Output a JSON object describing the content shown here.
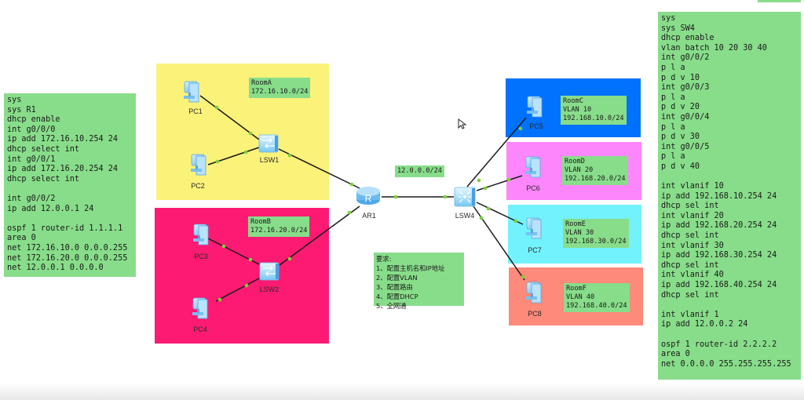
{
  "r1_config": {
    "lines": [
      "sys",
      "sys R1",
      "dhcp enable",
      "int g0/0/0",
      "ip add 172.16.10.254 24",
      "dhcp select int",
      "int g0/0/1",
      "ip add 172.16.20.254 24",
      "dhcp select int",
      "",
      "int g0/0/2",
      "ip add 12.0.0.1 24",
      "",
      "ospf 1 router-id 1.1.1.1",
      "area 0",
      "net 172.16.10.0 0.0.0.255",
      "net 172.16.20.0 0.0.0.255",
      "net 12.0.0.1 0.0.0.0"
    ]
  },
  "sw4_config": {
    "lines": [
      "sys",
      "sys SW4",
      "dhcp enable",
      "vlan batch 10 20 30 40",
      "int g0/0/2",
      "p l a",
      "p d v 10",
      "int g0/0/3",
      "p l a",
      "p d v 20",
      "int g0/0/4",
      "p l a",
      "p d v 30",
      "int g0/0/5",
      "p l a",
      "p d v 40",
      "",
      "int vlanif 10",
      "ip add 192.168.10.254 24",
      "dhcp sel int",
      "int vlanif 20",
      "ip add 192.168.20.254 24",
      "dhcp sel int",
      "int vlanif 30",
      "ip add 192.168.30.254 24",
      "dhcp sel int",
      "int vlanif 40",
      "ip add 192.168.40.254 24",
      "dhcp sel int",
      "",
      "int vlanif 1",
      "ip add 12.0.0.2 24",
      "",
      "ospf 1 router-id 2.2.2.2",
      "area 0",
      "net 0.0.0.0 255.255.255.255"
    ]
  },
  "rooms": {
    "roomA": {
      "label": "RoomA\n172.16.10.0/24",
      "color": "#fbf27a"
    },
    "roomB": {
      "label": "RoomB\n172.16.20.0/24",
      "color": "#fd1a72"
    },
    "roomC": {
      "label": "RoomC\nVLAN 10\n192.168.10.0/24",
      "color": "#0072fd"
    },
    "roomD": {
      "label": "RoomD\nVLAN 20\n192.168.20.0/24",
      "color": "#fd86fc"
    },
    "roomE": {
      "label": "RoomE\nVLAN 30\n192.168.30.0/24",
      "color": "#72f2fd"
    },
    "roomF": {
      "label": "RoomF\nVLAN 40\n192.168.40.0/24",
      "color": "#fd8a7a"
    }
  },
  "link_label": "12.0.0.0/24",
  "requirements": "要求:\n1、配置主机名和IP地址\n2、配置VLAN\n3、配置路由\n4、配置DHCP\n5、全网通",
  "devices": {
    "pc1": "PC1",
    "pc2": "PC2",
    "pc3": "PC3",
    "pc4": "PC4",
    "pc5": "PC5",
    "pc6": "PC6",
    "pc7": "PC7",
    "pc8": "PC8",
    "lsw1": "LSW1",
    "lsw2": "LSW2",
    "lsw4": "LSW4",
    "ar1": "AR1"
  },
  "colors": {
    "code_bg": "#88dd8a",
    "link": "#1a1a1a",
    "port": "#7ccf3a"
  }
}
